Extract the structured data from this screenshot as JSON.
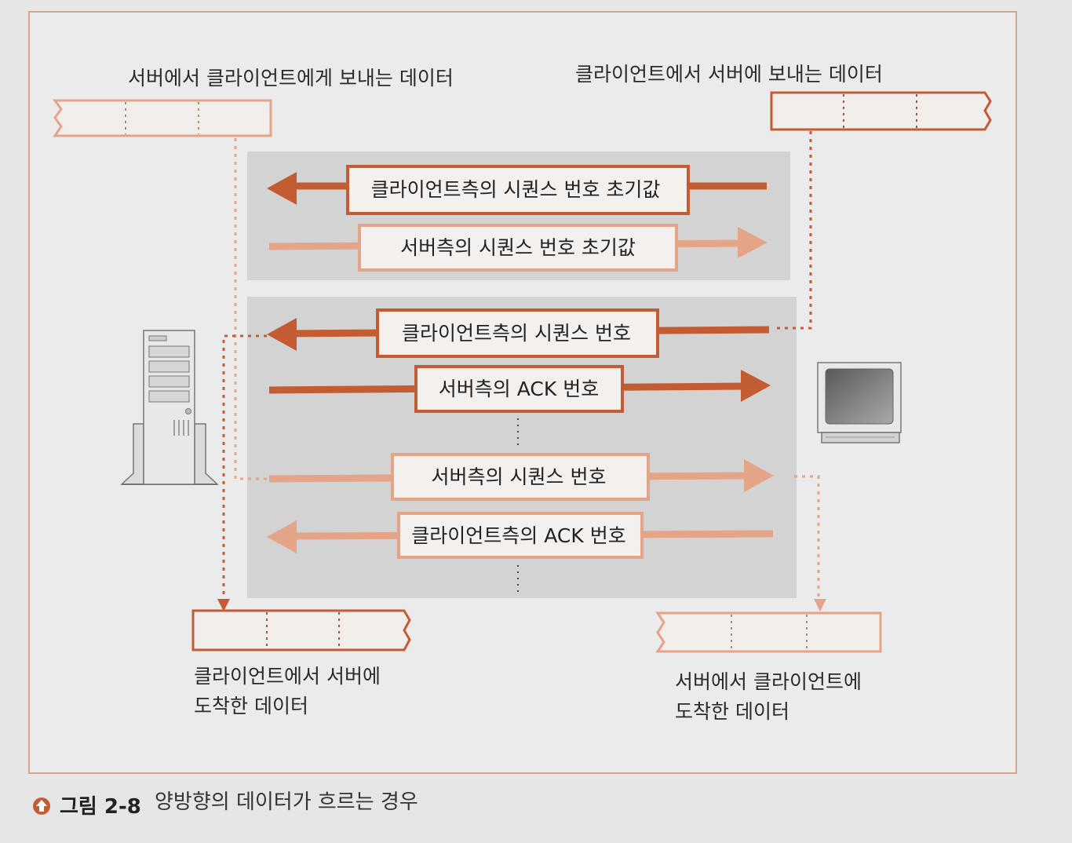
{
  "figure": {
    "top_labels": {
      "left": "서버에서 클라이언트에게 보내는 데이터",
      "right": "클라이언트에서 서버에 보내는 데이터"
    },
    "arrows": [
      {
        "label": "클라이언트측의 시퀀스 번호 초기값",
        "direction": "left",
        "style": "dark"
      },
      {
        "label": "서버측의 시퀀스 번호 초기값",
        "direction": "right",
        "style": "light"
      },
      {
        "label": "클라이언트측의 시퀀스 번호",
        "direction": "left",
        "style": "dark"
      },
      {
        "label": "서버측의 ACK 번호",
        "direction": "right",
        "style": "dark"
      },
      {
        "label": "서버측의 시퀀스 번호",
        "direction": "right",
        "style": "light"
      },
      {
        "label": "클라이언트측의 ACK 번호",
        "direction": "left",
        "style": "light"
      }
    ],
    "bottom_labels": {
      "left": [
        "클라이언트에서 서버에",
        "도착한 데이터"
      ],
      "right": [
        "서버에서 클라이언트에",
        "도착한 데이터"
      ]
    },
    "icons": {
      "server": "server-tower-icon",
      "client": "monitor-icon"
    }
  },
  "caption": {
    "icon": "circle-arrow-up-icon",
    "number": "그림 2-8",
    "text": "양방향의 데이터가 흐르는 경우"
  },
  "colors": {
    "dark_arrow": "#c45c33",
    "light_arrow": "#e4a487",
    "panel": "#d3d3d3",
    "frame": "#d9a38c",
    "background": "#e6e6e6"
  }
}
